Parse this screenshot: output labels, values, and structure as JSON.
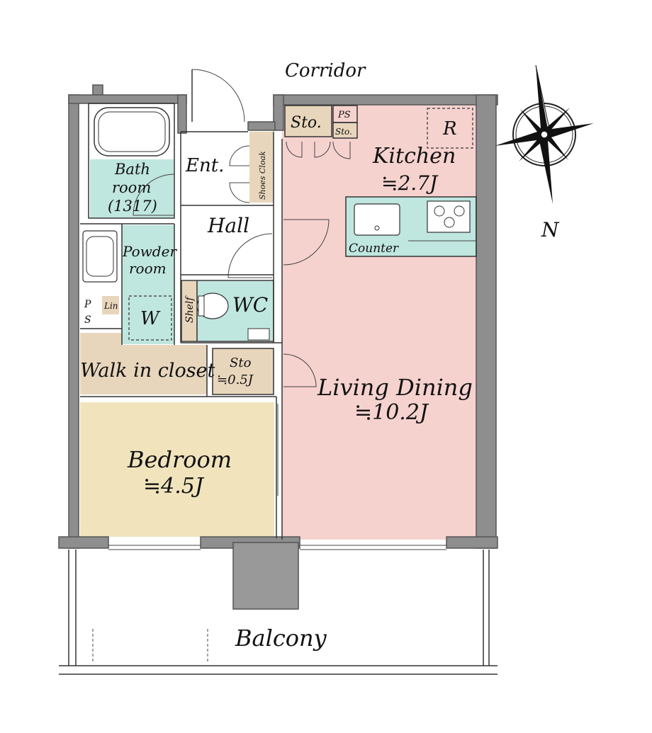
{
  "labels": {
    "corridor": "Corridor",
    "sto_top": "Sto.",
    "ps_top": "PS",
    "sto_small": "Sto.",
    "r": "R",
    "kitchen": "Kitchen",
    "kitchen_size": "≒2.7J",
    "counter": "Counter",
    "ent": "Ent.",
    "shoes_cloak": "Shoes Cloak",
    "bathroom_1": "Bath",
    "bathroom_2": "room",
    "bathroom_3": "(1317)",
    "hall": "Hall",
    "powder_1": "Powder",
    "powder_2": "room",
    "ps_left_1": "P",
    "ps_left_2": "S",
    "lin": "Lin",
    "w": "W",
    "shelf": "Shelf",
    "wc": "WC",
    "walk_in_closet": "Walk in closet",
    "sto_mid": "Sto",
    "sto_mid_size": "≒0.5J",
    "living_dining": "Living Dining",
    "living_dining_size": "≒10.2J",
    "bedroom": "Bedroom",
    "bedroom_size": "≒4.5J",
    "balcony": "Balcony",
    "compass_n": "N"
  },
  "colors": {
    "living": "#f6d2cf",
    "bedroom": "#f1e4bd",
    "wet": "#bfe6df",
    "storage": "#e8d6bc",
    "wall": "#8e8e8e",
    "pillar": "#999999"
  }
}
